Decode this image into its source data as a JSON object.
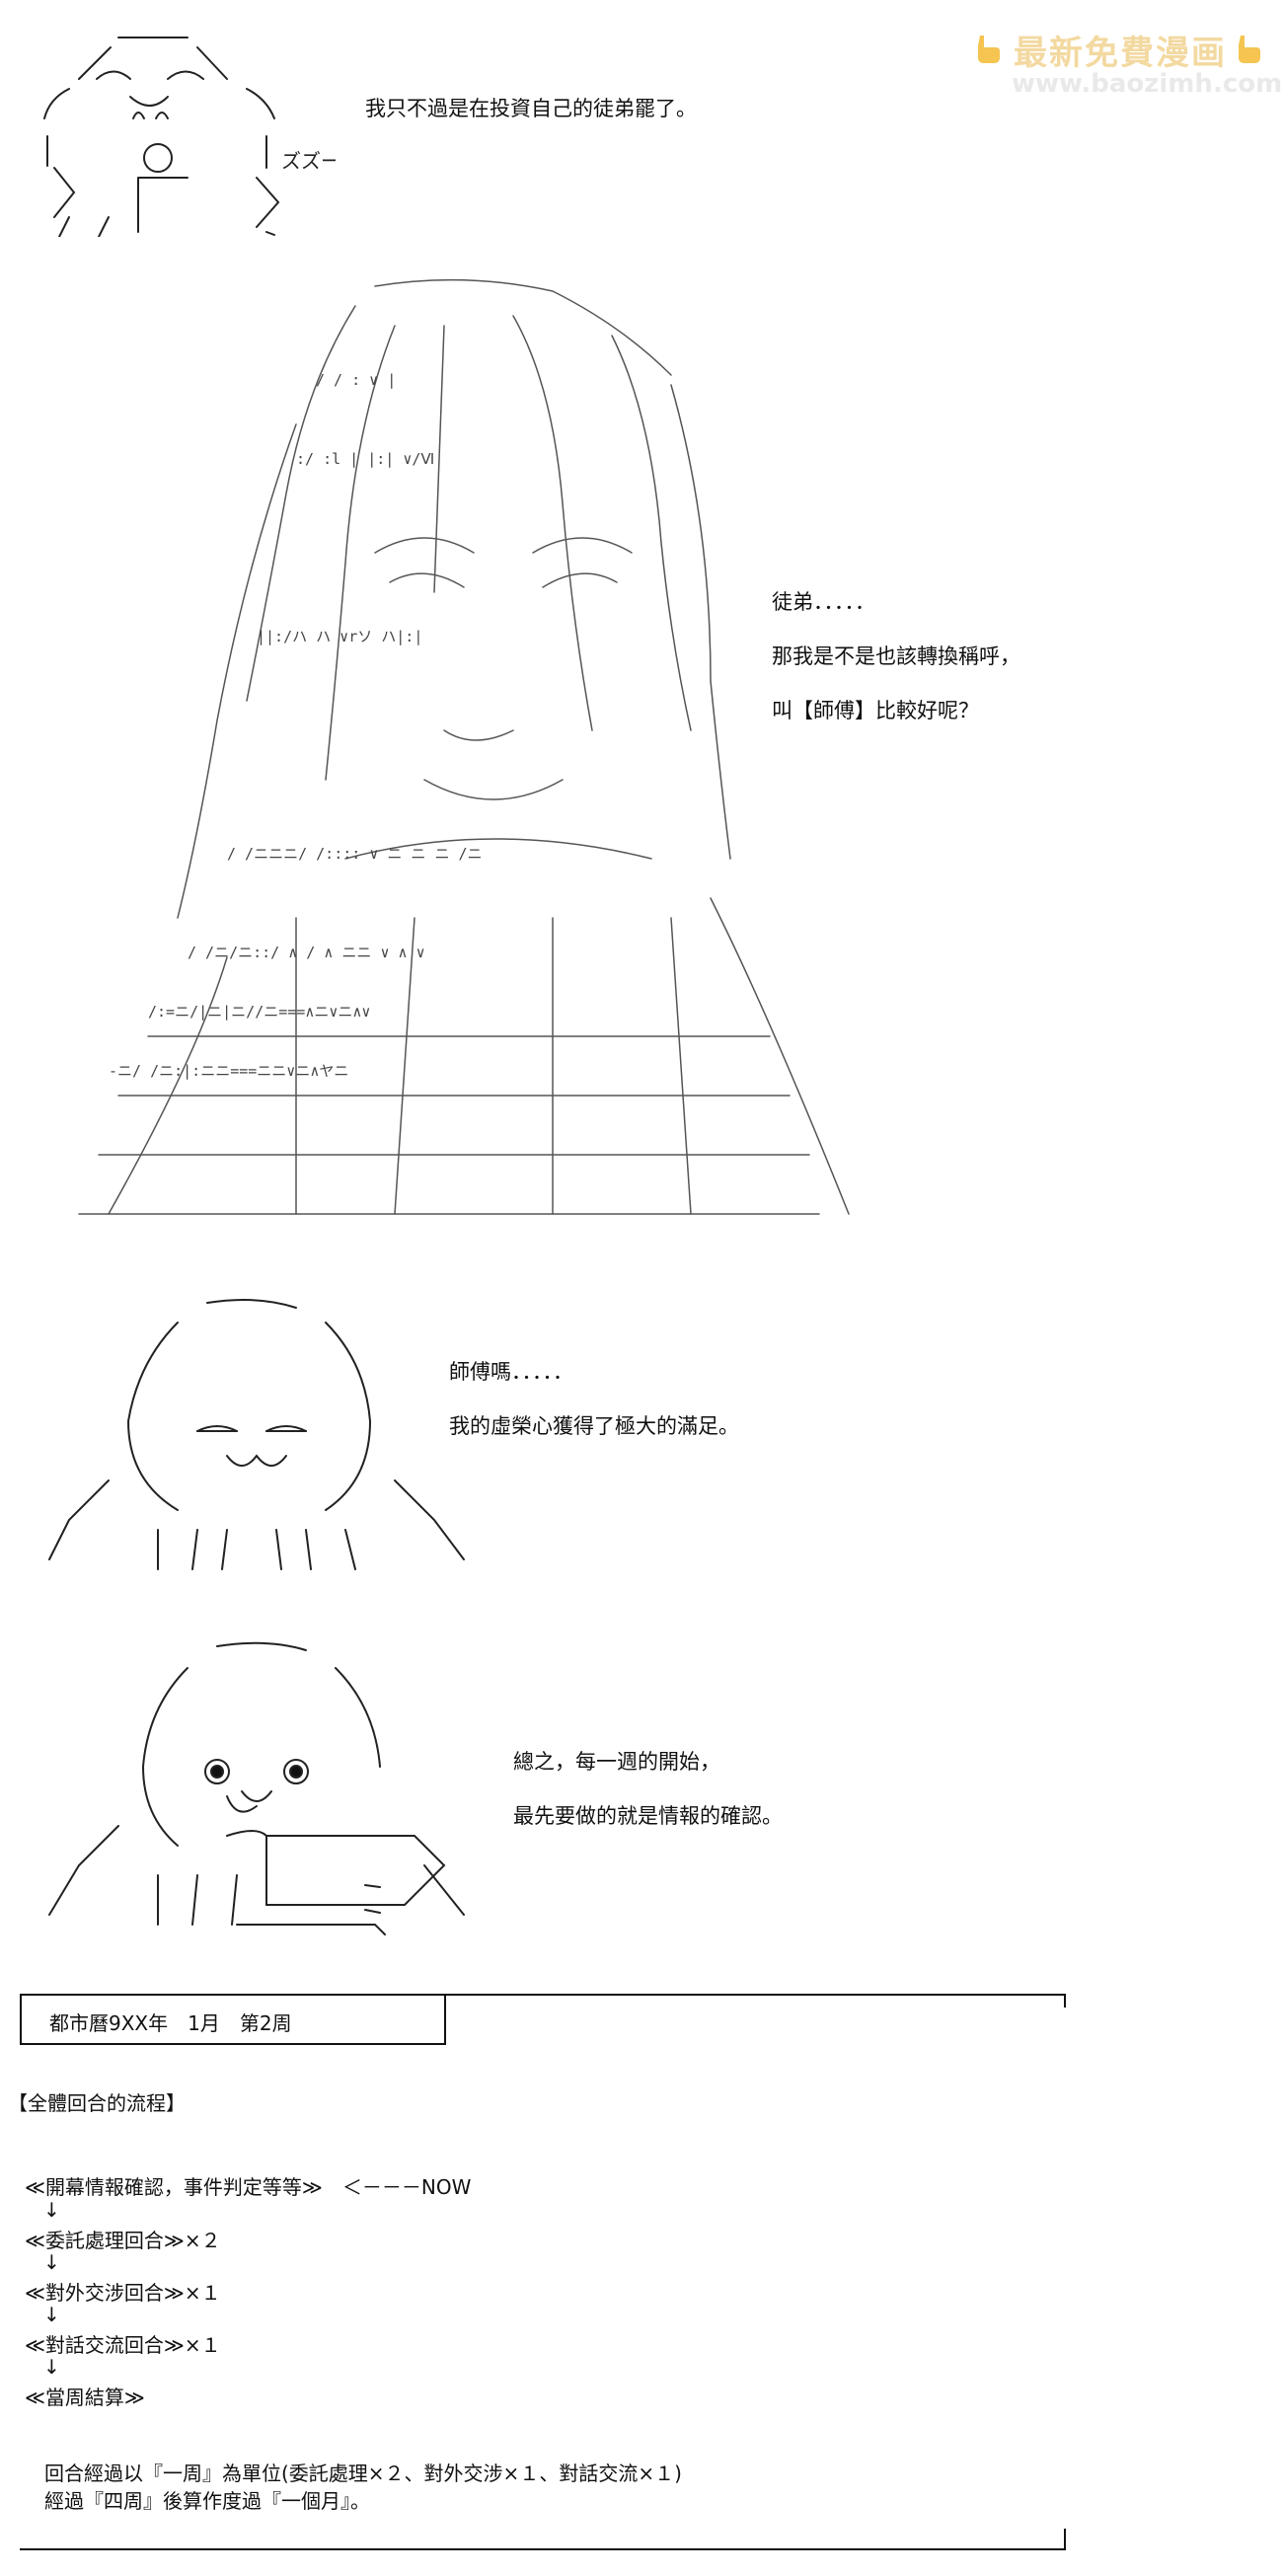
{
  "watermark": {
    "title": "最新免費漫画",
    "url": "www.baozimh.com",
    "left_icon": "pointing-hand-icon",
    "right_icon": "pointing-hand-icon"
  },
  "panel1": {
    "speech": "我只不過是在投資自己的徒弟罷了。",
    "sfx": "ズズー"
  },
  "panel2": {
    "lines": [
      "徒弟．．．．．",
      "那我是不是也該轉換稱呼，",
      "叫【師傅】比較好呢？"
    ]
  },
  "panel3": {
    "lines": [
      "師傅嗎．．．．．",
      "我的虛榮心獲得了極大的滿足。"
    ]
  },
  "panel4": {
    "lines": [
      "總之，每一週的開始，",
      "最先要做的就是情報的確認。"
    ]
  },
  "date_box": {
    "label": "都市曆9XX年　1月　第2周"
  },
  "flow": {
    "heading": "【全體回合的流程】",
    "steps": [
      "≪開幕情報確認，事件判定等等≫　＜－－－NOW",
      "≪委託處理回合≫×２",
      "≪對外交涉回合≫×１",
      "≪對話交流回合≫×１",
      "≪當周結算≫"
    ],
    "arrow": "↓",
    "note_line1": "回合經過以『一周』為單位(委託處理×２、對外交涉×１、對話交流×１)",
    "note_line2": "經過『四周』後算作度過『一個月』。"
  }
}
